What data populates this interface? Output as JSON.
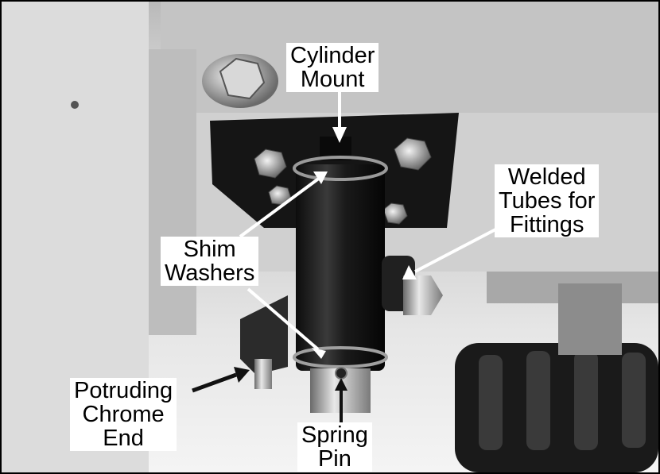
{
  "figure": {
    "labels": {
      "cylinder_mount": [
        "Cylinder",
        "Mount"
      ],
      "welded_tubes": [
        "Welded",
        "Tubes for",
        "Fittings"
      ],
      "shim_washers": [
        "Shim",
        "Washers"
      ],
      "protruding_end": [
        "Potruding",
        "Chrome",
        "End"
      ],
      "spring_pin": [
        "Spring",
        "Pin"
      ]
    },
    "colors": {
      "arrow_white": "#ffffff",
      "arrow_black": "#111111",
      "border": "#000000"
    }
  }
}
